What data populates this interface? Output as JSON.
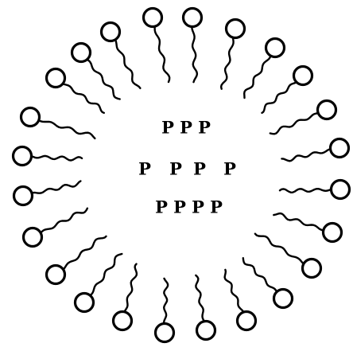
{
  "center_label": {
    "rows": [
      [
        "P",
        "P",
        "P"
      ],
      [
        "P",
        "P",
        "P",
        "P"
      ],
      [
        "P",
        "P",
        "P",
        "P"
      ]
    ]
  },
  "molecule": {
    "parts": [
      "head",
      "tail"
    ]
  },
  "colors": {
    "stroke": "#000000",
    "head_fill": "#ffffff",
    "background": "#ffffff"
  }
}
